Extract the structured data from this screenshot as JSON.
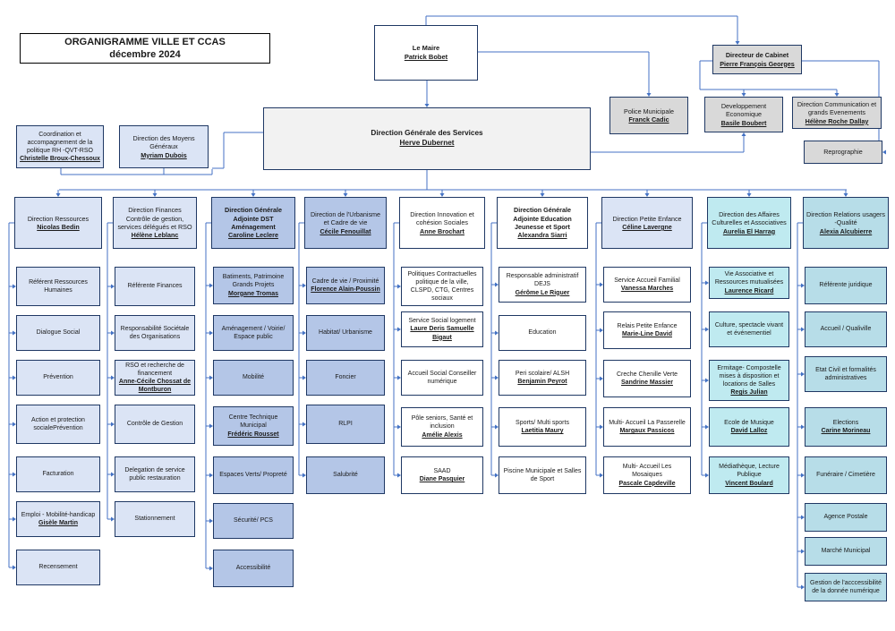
{
  "header": {
    "title": "ORGANIGRAMME VILLE ET CCAS",
    "date": "décembre 2024"
  },
  "top": {
    "maire": {
      "title": "Le Maire",
      "person": "Patrick Bobet"
    },
    "cabinet": {
      "title": "Directeur de Cabinet",
      "person": "Pierre François Georges"
    },
    "dgs": {
      "title": "Direction Générale des Services",
      "person": "Herve Dubernet"
    },
    "police": {
      "title": "Police Municipale",
      "person": "Franck Cadic"
    },
    "eco": {
      "title": "Developpement Economique",
      "person": "Basile Boubert"
    },
    "comm": {
      "title": "Direction  Communication et grands Evenements",
      "person": "Hélène Roche Dallay"
    },
    "repro": {
      "title": "Reprographie",
      "person": ""
    },
    "coord": {
      "title": "Coordination et accompagnement de la politique RH -QVT-RSO",
      "person": "Christelle Broux-Chessoux"
    },
    "moyens": {
      "title": "Direction des Moyens Généraux",
      "person": "Myriam Dubois"
    }
  },
  "columns": [
    {
      "head": {
        "title": "Direction  Ressources",
        "person": "Nicolas Bedin"
      },
      "items": [
        {
          "title": "Référent Ressources Humaines",
          "person": ""
        },
        {
          "title": "Dialogue Social",
          "person": ""
        },
        {
          "title": "Prévention",
          "person": ""
        },
        {
          "title": "Action et protection socialePrévention",
          "person": ""
        },
        {
          "title": "Facturation",
          "person": ""
        },
        {
          "title": "Emploi - Mobilité-handicap",
          "person": "Gisèle Martin"
        },
        {
          "title": "Recensement",
          "person": ""
        }
      ]
    },
    {
      "head": {
        "title": "Direction Finances Contrôle de gestion,  services délégués et RSO",
        "person": "Hélène Leblanc"
      },
      "items": [
        {
          "title": "Référente Finances",
          "person": ""
        },
        {
          "title": "Responsabilité Sociétale des Organisations",
          "person": ""
        },
        {
          "title": "RSO et recherche de financement",
          "person": "Anne-Cécile Chossat de Montburon"
        },
        {
          "title": "Contrôle de Gestion",
          "person": ""
        },
        {
          "title": "Delegation de service public restauration",
          "person": ""
        },
        {
          "title": "Stationnement",
          "person": ""
        }
      ]
    },
    {
      "head": {
        "title": "Direction Générale Adjointe DST Aménagement",
        "person": "Caroline Leclere"
      },
      "items": [
        {
          "title": "Batiments, Patrimoine Grands Projets",
          "person": "Morgane Tromas"
        },
        {
          "title": "Aménagement / Voirie/ Espace public",
          "person": ""
        },
        {
          "title": "Mobilité",
          "person": ""
        },
        {
          "title": "Centre Technique Municipal",
          "person": "Frédéric Rousset"
        },
        {
          "title": "Espaces Verts/ Propreté",
          "person": ""
        },
        {
          "title": "Sécurité/ PCS",
          "person": ""
        },
        {
          "title": "Accessibilité",
          "person": ""
        }
      ]
    },
    {
      "head": {
        "title": "Direction de l'Urbanisme et Cadre de vie",
        "person": "Cécile Fenouillat"
      },
      "items": [
        {
          "title": "Cadre de vie / Proximité",
          "person": "Florence Alain-Poussin"
        },
        {
          "title": "Habitat/ Urbanisme",
          "person": ""
        },
        {
          "title": "Foncier",
          "person": ""
        },
        {
          "title": "RLPI",
          "person": ""
        },
        {
          "title": "Salubrité",
          "person": ""
        }
      ]
    },
    {
      "head": {
        "title": "Direction Innovation et cohésion Sociales",
        "person": "Anne Brochart"
      },
      "items": [
        {
          "title": "Politiques Contractuelles politique de la ville, CLSPD, CTG, Centres sociaux",
          "person": ""
        },
        {
          "title": "Service Social  logement",
          "person": "Laure Deris Samuelle Bigaut"
        },
        {
          "title": "Accueil Social Conseiller numérique",
          "person": ""
        },
        {
          "title": "Pôle seniors, Santé et inclusion",
          "person": "Amélie Alexis"
        },
        {
          "title": "SAAD",
          "person": "Diane Pasquier"
        }
      ]
    },
    {
      "head": {
        "title": "Direction Générale Adjointe Education Jeunesse et Sport",
        "person": "Alexandra Siarri"
      },
      "items": [
        {
          "title": "Responsable administratif DEJS",
          "person": "Gérôme Le Riguer"
        },
        {
          "title": "Education",
          "person": ""
        },
        {
          "title": "Peri scolaire/ ALSH",
          "person": "Benjamin Peyrot"
        },
        {
          "title": "Sports/ Multi sports",
          "person": "Laetitia Maury"
        },
        {
          "title": "Piscine Municipale et Salles de Sport",
          "person": ""
        }
      ]
    },
    {
      "head": {
        "title": "Direction Petite Enfance",
        "person": "Céline Lavergne"
      },
      "items": [
        {
          "title": "Service Accueil Familial",
          "person": "Vanessa Marches"
        },
        {
          "title": "Relais Petite Enfance",
          "person": "Marie-Line David"
        },
        {
          "title": "Creche Chenille Verte",
          "person": "Sandrine Massier"
        },
        {
          "title": "Multi- Accueil La Passerelle",
          "person": "Margaux Passicos"
        },
        {
          "title": "Multi- Accueil Les Mosaiques",
          "person": "Pascale Capdeville"
        }
      ]
    },
    {
      "head": {
        "title": "Direction des Affaires Culturelles et Associatives",
        "person": "Aurelia El Harrag"
      },
      "items": [
        {
          "title": "Vie Associative et Ressources mutualisées",
          "person": "Laurence Ricard"
        },
        {
          "title": "Culture, spectacle vivant et événementiel",
          "person": ""
        },
        {
          "title": "Ermitage- Compostelle mises à disposition et locations de Salles",
          "person": "Regis Julian"
        },
        {
          "title": "Ecole de Musique",
          "person": "David Lalloz"
        },
        {
          "title": "Médiathèque, Lecture Publique",
          "person": "Vincent Boulard"
        }
      ]
    },
    {
      "head": {
        "title": "Direction Relations usagers -Qualité",
        "person": "Alexia Alcubierre"
      },
      "items": [
        {
          "title": "Référente juridique",
          "person": ""
        },
        {
          "title": "Accueil / Qualiville",
          "person": ""
        },
        {
          "title": "Etat Civil et formalités administratives",
          "person": ""
        },
        {
          "title": "Elections",
          "person": "Carine Morineau"
        },
        {
          "title": "Funéraire / Cimetière",
          "person": ""
        },
        {
          "title": "Agence Postale",
          "person": ""
        },
        {
          "title": "Marché Municipal",
          "person": ""
        },
        {
          "title": "Gestion de l'acccessibilité de la donnée numérique",
          "person": ""
        }
      ]
    }
  ]
}
